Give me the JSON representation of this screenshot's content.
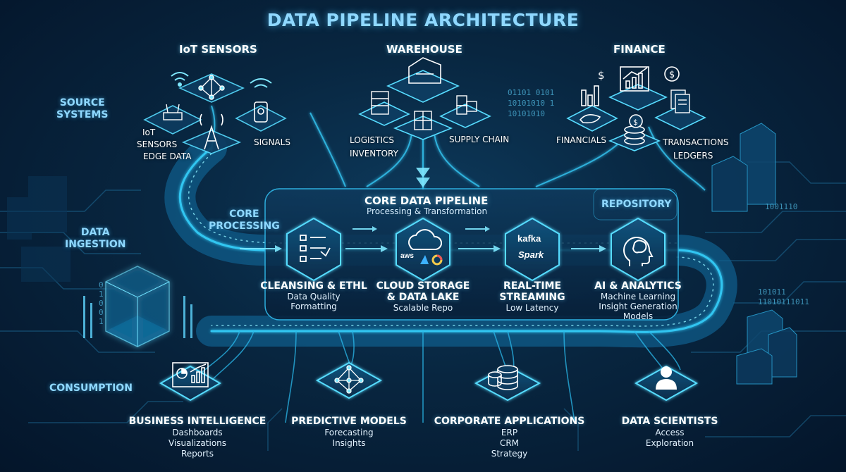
{
  "title": "DATA PIPELINE ARCHITECTURE",
  "colors": {
    "accent": "#38d6ff",
    "glow": "#7fe8ff",
    "background": "#062039",
    "panel": "#0c2f4d"
  },
  "sections": {
    "source_systems": "SOURCE\nSYSTEMS",
    "data_ingestion": "DATA\nINGESTION",
    "core_processing": "CORE\nPROCESSING",
    "repository": "REPOSITORY",
    "consumption": "CONSUMPTION"
  },
  "sources": {
    "iot": {
      "title": "IoT SENSORS",
      "labels": [
        "IoT",
        "SENSORS",
        "EDGE DATA",
        "SIGNALS"
      ],
      "icons": [
        "wifi-icon",
        "network-hub-icon",
        "router-icon",
        "smartphone-icon",
        "cell-tower-icon"
      ]
    },
    "warehouse": {
      "title": "WAREHOUSE",
      "labels": [
        "LOGISTICS",
        "INVENTORY",
        "SUPPLY CHAIN"
      ],
      "icons": [
        "warehouse-building-icon",
        "shelving-icon",
        "crates-icon",
        "stacked-boxes-icon"
      ]
    },
    "finance": {
      "title": "FINANCE",
      "labels": [
        "FINANCIALS",
        "TRANSACTIONS",
        "LEDGERS"
      ],
      "icons": [
        "bar-chart-icon",
        "growth-chart-icon",
        "dollar-coin-icon",
        "money-hand-icon",
        "coin-stack-icon",
        "documents-icon"
      ]
    }
  },
  "core": {
    "title": "CORE DATA PIPELINE",
    "subtitle": "Processing & Transformation",
    "stages": [
      {
        "name": "CLEANSING & ETHL",
        "details": [
          "Data Quality",
          "Formatting"
        ],
        "icon": "checklist-icon"
      },
      {
        "name": "CLOUD STORAGE\n& DATA LAKE",
        "details": [
          "Scalable Repo"
        ],
        "icon": "cloud-icon",
        "logos": [
          "aws"
        ]
      },
      {
        "name": "REAL-TIME\nSTREAMING",
        "details": [
          "Low Latency"
        ],
        "icon": "streaming-icon",
        "logos": [
          "kafka",
          "Spark"
        ]
      },
      {
        "name": "AI & ANALYTICS",
        "details": [
          "Machine Learning",
          "Insight Generation",
          "Models"
        ],
        "icon": "brain-head-icon"
      }
    ]
  },
  "consumption": [
    {
      "name": "BUSINESS INTELLIGENCE",
      "details": [
        "Dashboards",
        "Visualizations",
        "Reports"
      ],
      "icon": "dashboard-chart-icon"
    },
    {
      "name": "PREDICTIVE MODELS",
      "details": [
        "Forecasting",
        "Insights"
      ],
      "icon": "neural-network-icon"
    },
    {
      "name": "CORPORATE APPLICATIONS",
      "details": [
        "ERP",
        "CRM",
        "Strategy"
      ],
      "icon": "database-icon"
    },
    {
      "name": "DATA SCIENTISTS",
      "details": [
        "Access",
        "Exploration"
      ],
      "icon": "user-icon"
    }
  ],
  "binary": [
    "01101 0101",
    "10101010 1",
    "10101010",
    "1001110",
    "101011",
    "11010111011",
    "0\n1\n0\n0\n1"
  ]
}
